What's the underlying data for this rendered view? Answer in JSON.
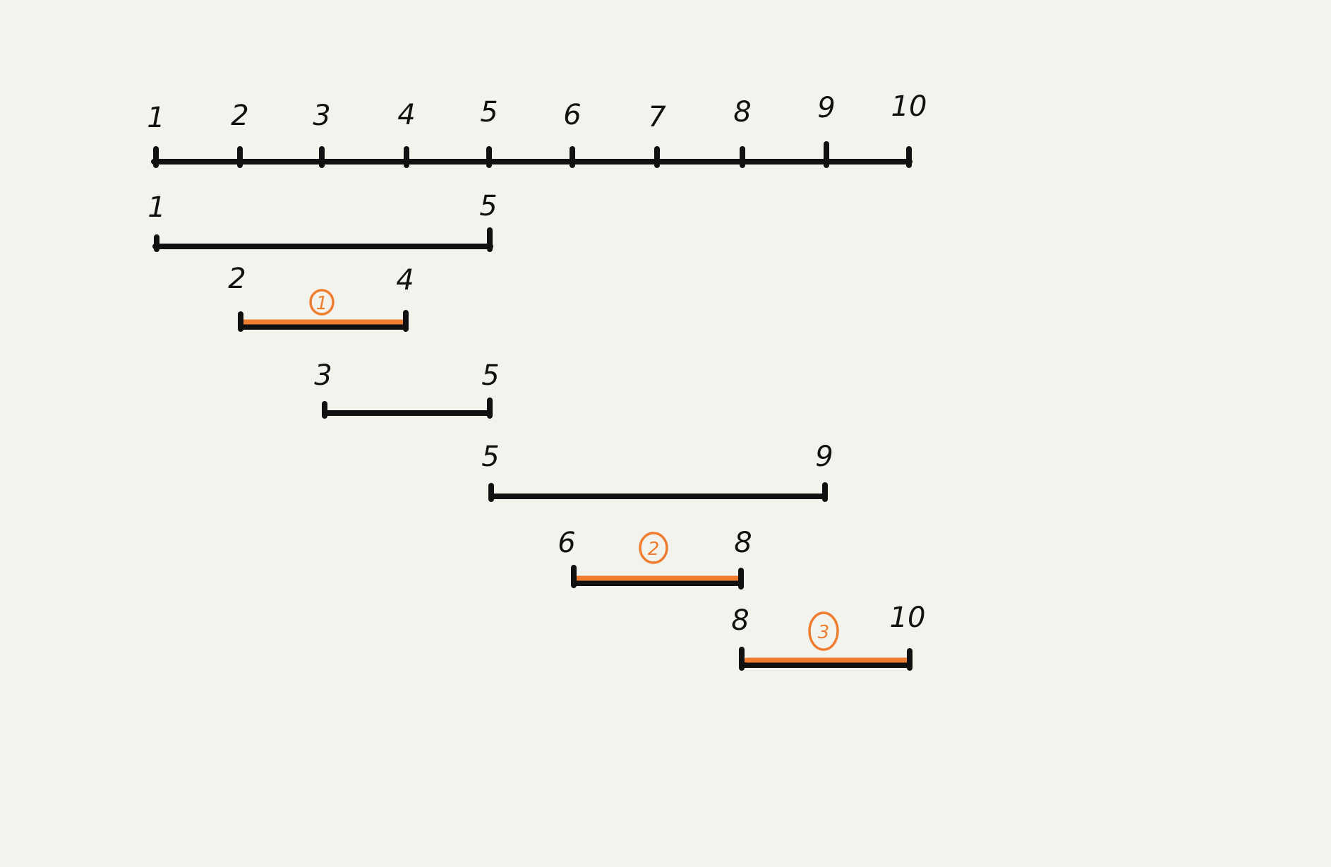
{
  "colors": {
    "background": "#f3f3ee",
    "ink": "#111111",
    "highlight": "#ee7d2f"
  },
  "number_line": {
    "ticks": [
      "1",
      "2",
      "3",
      "4",
      "5",
      "6",
      "7",
      "8",
      "9",
      "10"
    ]
  },
  "intervals": [
    {
      "start": "1",
      "end": "5",
      "selected": false,
      "badge": ""
    },
    {
      "start": "2",
      "end": "4",
      "selected": true,
      "badge": "1"
    },
    {
      "start": "3",
      "end": "5",
      "selected": false,
      "badge": ""
    },
    {
      "start": "5",
      "end": "9",
      "selected": false,
      "badge": ""
    },
    {
      "start": "6",
      "end": "8",
      "selected": true,
      "badge": "2"
    },
    {
      "start": "8",
      "end": "10",
      "selected": true,
      "badge": "3"
    }
  ]
}
